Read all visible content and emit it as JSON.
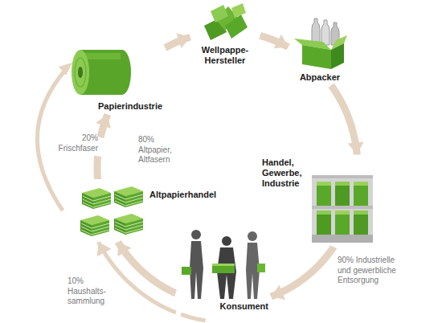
{
  "diagram": {
    "nodes": [
      {
        "text": [
          "Papierindustrie"
        ]
      },
      {
        "text": [
          "Wellpappe-Hersteller"
        ]
      },
      {
        "text": [
          "Abpacker"
        ]
      },
      {
        "text": [
          "Handel, Gewerbe, Industrie"
        ]
      },
      {
        "text": [
          "Konsument"
        ]
      },
      {
        "text": [
          "Altpapierhandel"
        ]
      }
    ],
    "edges": [
      {
        "from": 0,
        "to": 1,
        "arrow": "to"
      },
      {
        "from": 1,
        "to": 2,
        "arrow": "to"
      },
      {
        "from": 2,
        "to": 3,
        "arrow": "to"
      },
      {
        "from": 3,
        "to": 4,
        "arrow": "to"
      },
      {
        "from": 4,
        "to": 5,
        "arrow": "to"
      },
      {
        "from": 5,
        "to": 0,
        "arrow": "to"
      },
      {
        "from": 4,
        "to": 5,
        "arrow": "to"
      }
    ],
    "labels": [
      "20% Frischfaser",
      "80% Altpapier, Altfasern",
      "90% Industrielle und gewerbliche Entsorgung",
      "10% Haushalts-sammlung"
    ]
  }
}
